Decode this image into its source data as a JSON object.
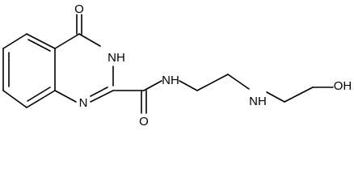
{
  "molecule": {
    "atoms": {
      "carbonyl_o_top": "O",
      "ring_nh": "NH",
      "ring_n": "N",
      "amide_o": "O",
      "amide_nh": "NH",
      "chain_nh": "NH",
      "hydroxyl": "OH"
    },
    "colors": {
      "ink": "#000000",
      "background": "#ffffff"
    }
  }
}
